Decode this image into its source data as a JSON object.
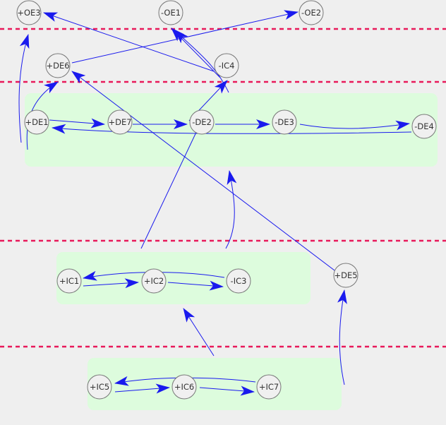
{
  "colors": {
    "background": "#efefef",
    "group_fill": "#ddfcdd",
    "divider": "#e8195a",
    "edge": "#1a1aee",
    "node_stroke": "#777777",
    "node_fill": "#f0f0f0"
  },
  "nodes": {
    "oe3": "+OE3",
    "oe1": "-OE1",
    "oe2": "-OE2",
    "de6": "+DE6",
    "ic4": "-IC4",
    "de1": "+DE1",
    "de7": "+DE7",
    "de2": "-DE2",
    "de3": "-DE3",
    "de4": "-DE4",
    "ic1": "+IC1",
    "ic2": "+IC2",
    "ic3": "-IC3",
    "de5": "+DE5",
    "ic5": "+IC5",
    "ic6": "+IC6",
    "ic7": "+IC7"
  },
  "edges": [
    {
      "from": "+DE1",
      "to": "+DE7"
    },
    {
      "from": "+DE7",
      "to": "-DE2"
    },
    {
      "from": "-DE2",
      "to": "-DE3"
    },
    {
      "from": "-DE3",
      "to": "-DE4"
    },
    {
      "from": "-DE4",
      "to": "+DE1"
    },
    {
      "from": "+IC1",
      "to": "+IC2"
    },
    {
      "from": "+IC2",
      "to": "-IC3"
    },
    {
      "from": "-IC3",
      "to": "+IC1"
    },
    {
      "from": "+IC5",
      "to": "+IC6"
    },
    {
      "from": "+IC6",
      "to": "+IC7"
    },
    {
      "from": "+IC7",
      "to": "+IC5"
    },
    {
      "from": "+DE6",
      "to": "-OE2"
    },
    {
      "from": "-IC4",
      "to": "+OE3"
    },
    {
      "from": "-IC4",
      "to": "-OE1"
    },
    {
      "from": "+DE5",
      "to": "+DE6"
    }
  ]
}
